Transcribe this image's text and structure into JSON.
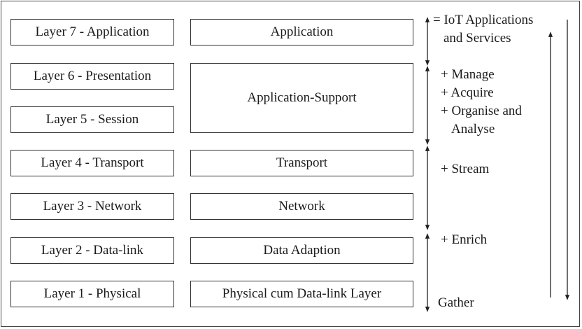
{
  "osi_layers": [
    "Layer 7 - Application",
    "Layer 6 - Presentation",
    "Layer 5 - Session",
    "Layer 4 - Transport",
    "Layer 3 - Network",
    "Layer 2 - Data-link",
    "Layer 1 - Physical"
  ],
  "iot_layers": {
    "application": "Application",
    "application_support": "Application-Support",
    "transport": "Transport",
    "network": "Network",
    "data_adaption": "Data Adaption",
    "physical": "Physical cum Data-link Layer"
  },
  "annotations": {
    "top": [
      "= IoT Applications",
      "and Services"
    ],
    "support": [
      "+ Manage",
      "+ Acquire",
      "+ Organise and",
      "Analyse"
    ],
    "stream": "+ Stream",
    "enrich": "+ Enrich",
    "gather": "Gather"
  }
}
